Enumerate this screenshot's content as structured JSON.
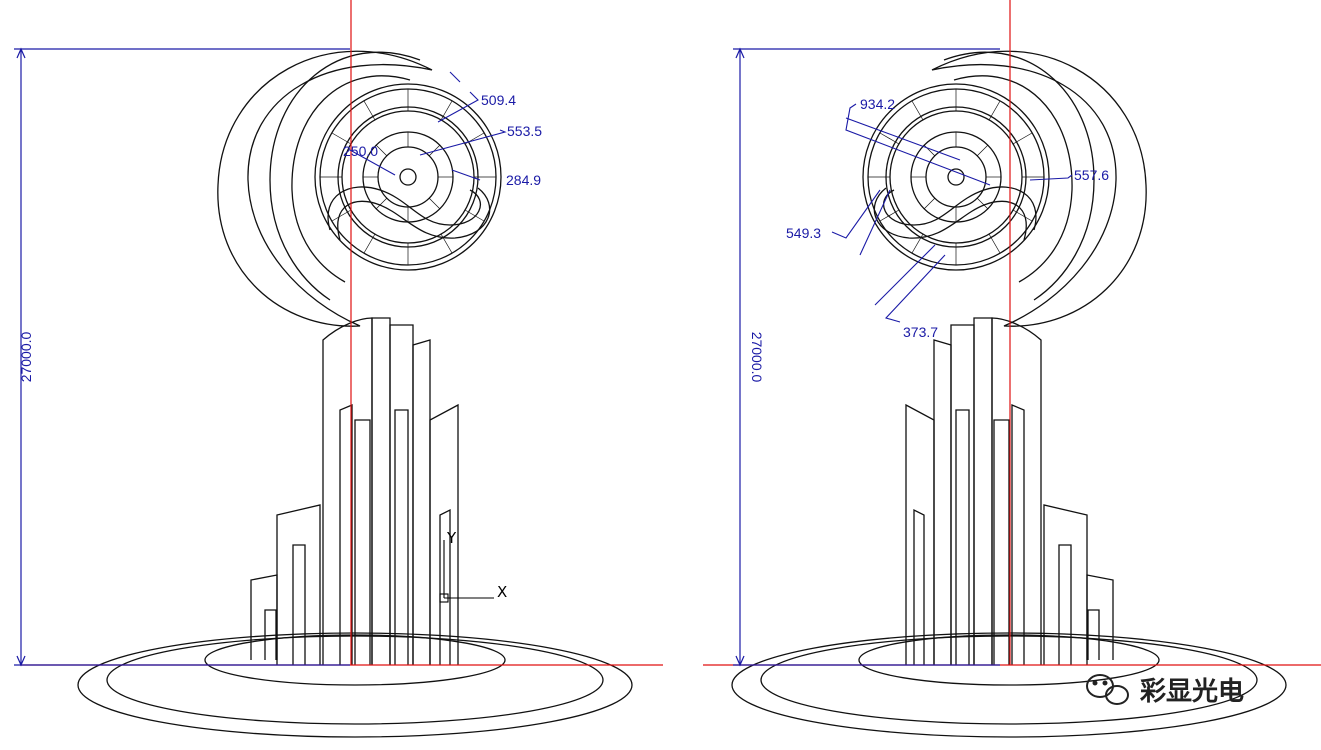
{
  "colors": {
    "outline": "#111111",
    "dimension": "#1a1aa6",
    "axis": "#e01010"
  },
  "left_view": {
    "height_dim": "27000.0",
    "dims": [
      "509.4",
      "553.5",
      "284.9",
      "250.0"
    ],
    "ucs": {
      "x": "X",
      "y": "Y"
    }
  },
  "right_view": {
    "height_dim": "27000.0",
    "dims": [
      "934.2",
      "557.6",
      "549.3",
      "373.7"
    ]
  },
  "watermark": {
    "icon": "wechat-icon",
    "text": "彩显光电"
  }
}
